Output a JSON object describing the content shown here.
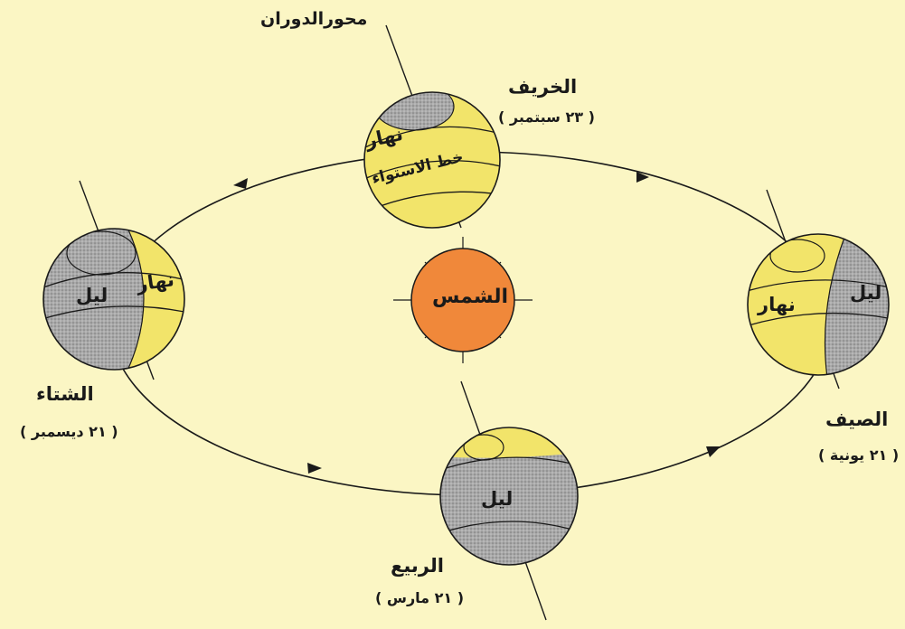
{
  "colors": {
    "background": "#fbf6c4",
    "day": "#f2e46a",
    "night": "#a9a9a9",
    "sun": "#f0883a",
    "line": "#1a1a1a"
  },
  "sun_label": "الشمس",
  "axis_label": "محورالدوران",
  "seasons": {
    "autumn": {
      "name": "الخريف",
      "date": "( ٢٣ سبتمبر )",
      "day_label": "نهار",
      "equator_label": "خط الاستواء"
    },
    "winter": {
      "name": "الشتاء",
      "date": "( ٢١ ديسمبر )",
      "day_label": "نهار",
      "night_label": "ليل"
    },
    "summer": {
      "name": "الصيف",
      "date": "( ٢١ يونية )",
      "day_label": "نهار",
      "night_label": "ليل"
    },
    "spring": {
      "name": "الربيع",
      "date": "( ٢١ مارس )",
      "night_label": "ليل"
    }
  }
}
